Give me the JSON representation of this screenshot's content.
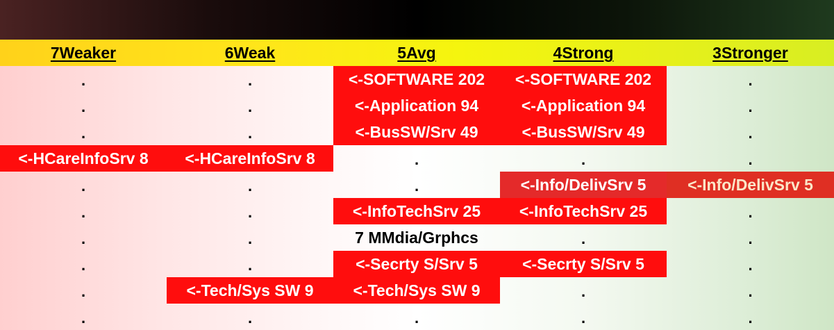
{
  "headers": [
    "7Weaker",
    "6Weak",
    "5Avg",
    "4Strong",
    "3Stronger"
  ],
  "colors": {
    "header_band": "#f5f50e",
    "highlight": "#ff0d0d",
    "top_bar": "#000000"
  },
  "rows": [
    [
      ".",
      ".",
      "<-SOFTWARE 202",
      "<-SOFTWARE 202",
      "."
    ],
    [
      ".",
      ".",
      "<-Application 94",
      "<-Application 94",
      "."
    ],
    [
      ".",
      ".",
      "<-BusSW/Srv 49",
      "<-BusSW/Srv 49",
      "."
    ],
    [
      "<-HCareInfoSrv 8",
      "<-HCareInfoSrv 8",
      ".",
      ".",
      "."
    ],
    [
      ".",
      ".",
      ".",
      "<-Info/DelivSrv 5",
      "<-Info/DelivSrv 5"
    ],
    [
      ".",
      ".",
      "<-InfoTechSrv 25",
      "<-InfoTechSrv 25",
      "."
    ],
    [
      ".",
      ".",
      "7 MMdia/Grphcs",
      ".",
      "."
    ],
    [
      ".",
      ".",
      "<-Secrty S/Srv 5",
      "<-Secrty S/Srv 5",
      "."
    ],
    [
      ".",
      "<-Tech/Sys SW 9",
      "<-Tech/Sys SW 9",
      ".",
      "."
    ],
    [
      ".",
      ".",
      ".",
      ".",
      "."
    ]
  ]
}
